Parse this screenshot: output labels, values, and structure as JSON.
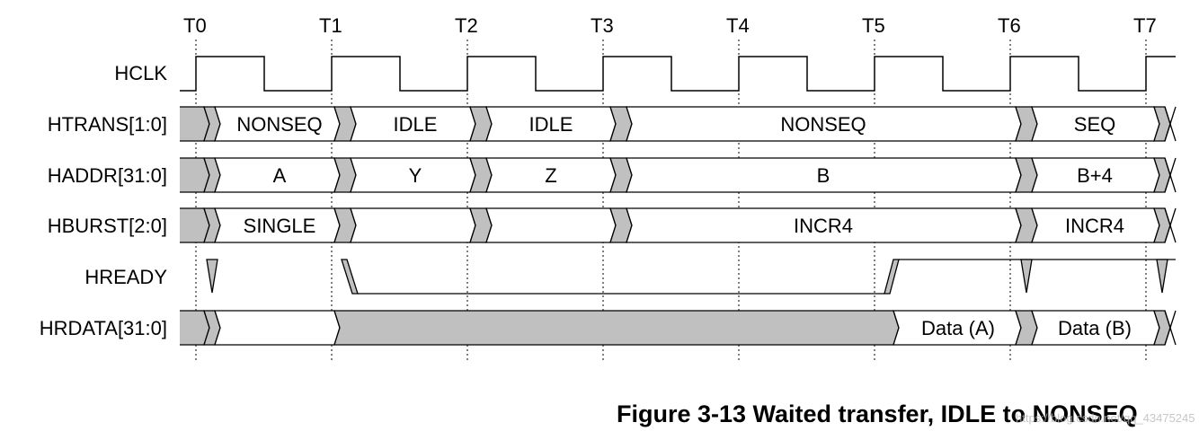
{
  "time_markers": [
    "T0",
    "T1",
    "T2",
    "T3",
    "T4",
    "T5",
    "T6",
    "T7"
  ],
  "signals": [
    {
      "name": "HCLK"
    },
    {
      "name": "HTRANS[1:0]",
      "values": [
        "NONSEQ",
        "IDLE",
        "IDLE",
        "NONSEQ",
        "SEQ"
      ]
    },
    {
      "name": "HADDR[31:0]",
      "values": [
        "A",
        "Y",
        "Z",
        "B",
        "B+4"
      ]
    },
    {
      "name": "HBURST[2:0]",
      "values": [
        "SINGLE",
        "INCR4",
        "INCR4"
      ]
    },
    {
      "name": "HREADY"
    },
    {
      "name": "HRDATA[31:0]",
      "values": [
        "Data (A)",
        "Data (B)"
      ]
    }
  ],
  "caption": "Figure 3-13 Waited transfer, IDLE to NONSEQ",
  "watermark": "https://blog.csdn.net/qq_43475245",
  "colors": {
    "line": "#000000",
    "invalid_fill": "#c0c0c0",
    "background": "#ffffff"
  }
}
